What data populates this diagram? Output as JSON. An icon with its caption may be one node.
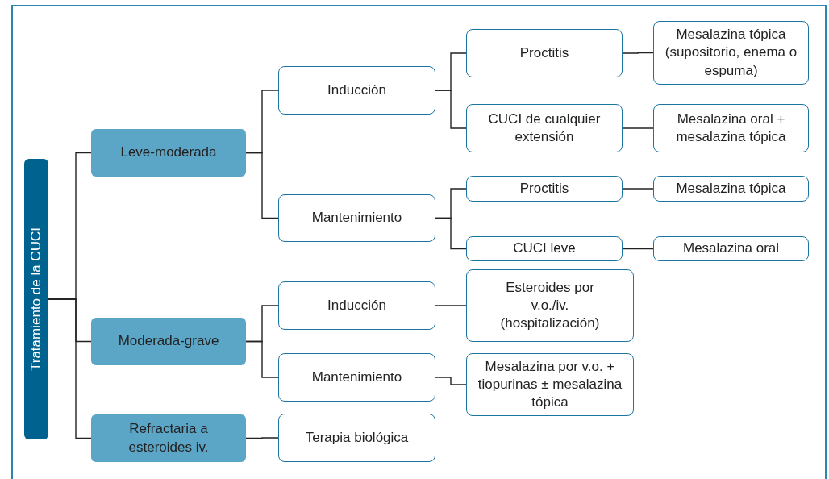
{
  "diagram": {
    "nodes": [
      {
        "text": [
          "Tratamiento de la CUCI"
        ]
      },
      {
        "text": [
          "Leve-moderada"
        ]
      },
      {
        "text": [
          "Inducción"
        ]
      },
      {
        "text": [
          "Proctitis"
        ]
      },
      {
        "text": [
          "Mesalazina tópica (supositorio, enema o espuma)"
        ]
      },
      {
        "text": [
          "CUCI de cualquier extensión"
        ]
      },
      {
        "text": [
          "Mesalazina oral + mesalazina tópica"
        ]
      },
      {
        "text": [
          "Mantenimiento"
        ]
      },
      {
        "text": [
          "Proctitis"
        ]
      },
      {
        "text": [
          "Mesalazina tópica"
        ]
      },
      {
        "text": [
          "CUCI leve"
        ]
      },
      {
        "text": [
          "Mesalazina oral"
        ]
      },
      {
        "text": [
          "Moderada-grave"
        ]
      },
      {
        "text": [
          "Inducción"
        ]
      },
      {
        "text": [
          "Esteroides por v.o./iv. (hospitalización)"
        ]
      },
      {
        "text": [
          "Mantenimiento"
        ]
      },
      {
        "text": [
          "Mesalazina por v.o. + tiopurinas ± mesalazina tópica"
        ]
      },
      {
        "text": [
          "Refractaria a esteroides iv."
        ]
      },
      {
        "text": [
          "Terapia biológica"
        ]
      }
    ],
    "edges": [
      {
        "from": 0,
        "to": 1,
        "arrow": "none"
      },
      {
        "from": 0,
        "to": 12,
        "arrow": "none"
      },
      {
        "from": 0,
        "to": 17,
        "arrow": "none"
      },
      {
        "from": 1,
        "to": 2,
        "arrow": "none"
      },
      {
        "from": 1,
        "to": 7,
        "arrow": "none"
      },
      {
        "from": 2,
        "to": 3,
        "arrow": "none"
      },
      {
        "from": 2,
        "to": 5,
        "arrow": "none"
      },
      {
        "from": 3,
        "to": 4,
        "arrow": "none"
      },
      {
        "from": 5,
        "to": 6,
        "arrow": "none"
      },
      {
        "from": 7,
        "to": 8,
        "arrow": "none"
      },
      {
        "from": 7,
        "to": 10,
        "arrow": "none"
      },
      {
        "from": 8,
        "to": 9,
        "arrow": "none"
      },
      {
        "from": 10,
        "to": 11,
        "arrow": "none"
      },
      {
        "from": 12,
        "to": 13,
        "arrow": "none"
      },
      {
        "from": 12,
        "to": 15,
        "arrow": "none"
      },
      {
        "from": 13,
        "to": 14,
        "arrow": "none"
      },
      {
        "from": 15,
        "to": 16,
        "arrow": "none"
      },
      {
        "from": 17,
        "to": 18,
        "arrow": "none"
      }
    ]
  }
}
